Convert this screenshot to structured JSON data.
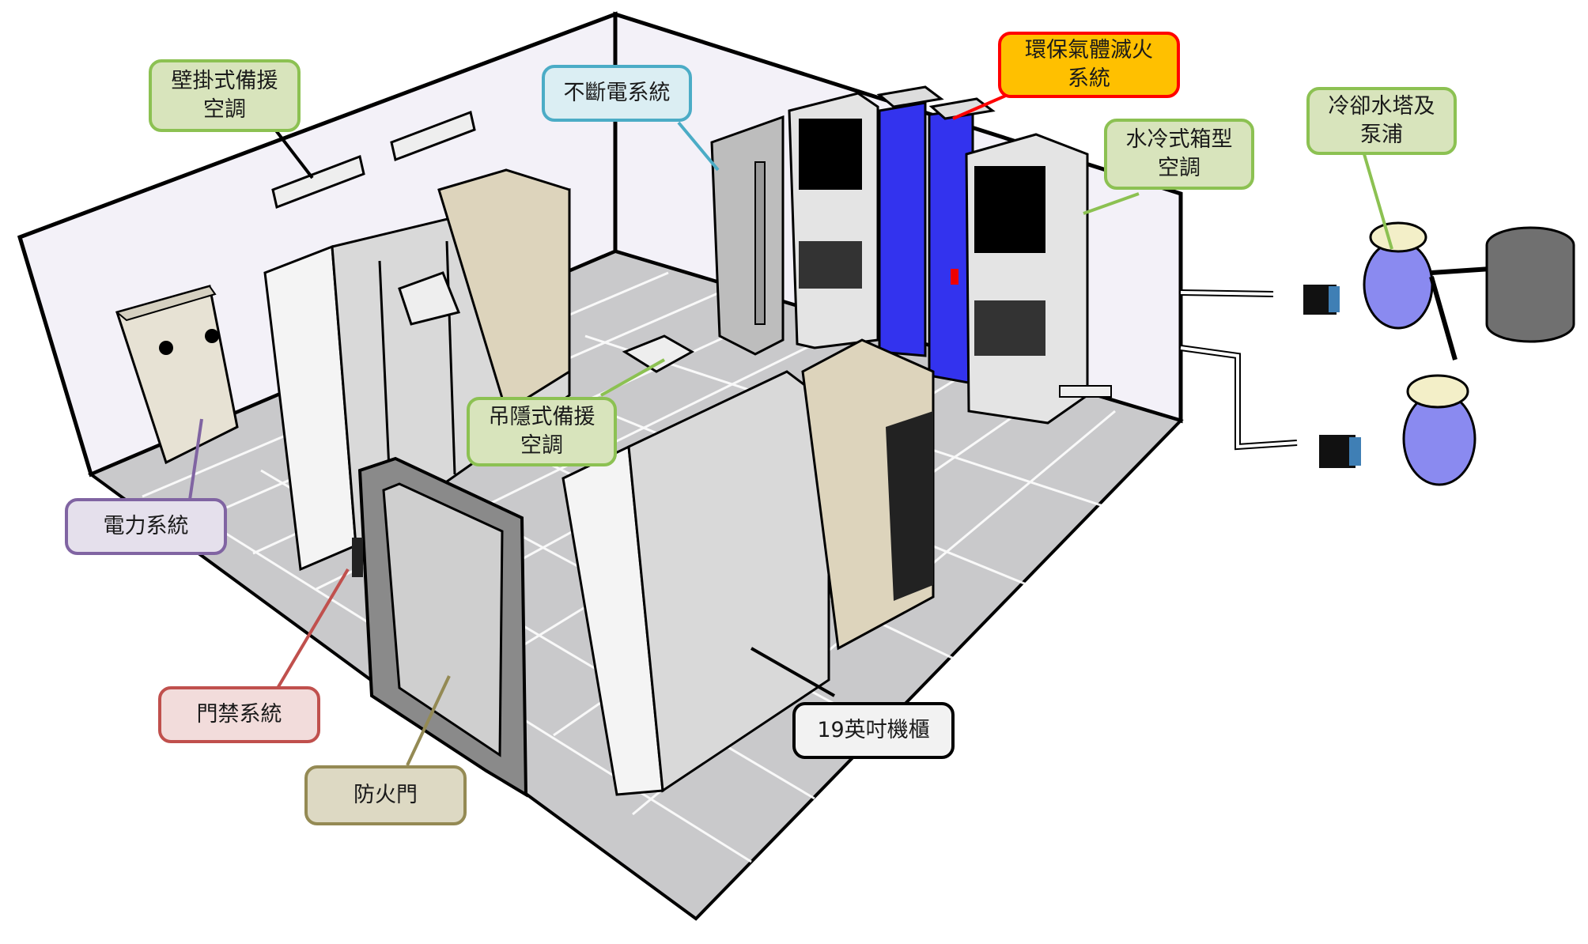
{
  "diagram": {
    "title": "",
    "callouts": [
      {
        "id": "wall-ac",
        "label": "壁掛式備援\n空調",
        "style": "green"
      },
      {
        "id": "ups",
        "label": "不斷電系統",
        "style": "blue"
      },
      {
        "id": "fire-suppression",
        "label": "環保氣體滅火\n系統",
        "style": "orange"
      },
      {
        "id": "water-cooled-ac",
        "label": "水冷式箱型\n空調",
        "style": "green"
      },
      {
        "id": "cooling-tower",
        "label": "冷卻水塔及\n泵浦",
        "style": "green"
      },
      {
        "id": "ceiling-ac",
        "label": "吊隱式備援\n空調",
        "style": "green"
      },
      {
        "id": "power-system",
        "label": "電力系統",
        "style": "purple"
      },
      {
        "id": "access-control",
        "label": "門禁系統",
        "style": "red"
      },
      {
        "id": "fire-door",
        "label": "防火門",
        "style": "tan"
      },
      {
        "id": "rack-19",
        "label": "19英吋機櫃",
        "style": "grey"
      }
    ],
    "colors": {
      "wall": "#f3f1f8",
      "floor": "#c8c8c8",
      "outline": "#000000",
      "rack": "#d9d9d9",
      "fire_cabinet": "#3333ee",
      "beige": "#ddd4bc",
      "tower_blue": "#8a8af0",
      "tank": "#707070"
    }
  }
}
